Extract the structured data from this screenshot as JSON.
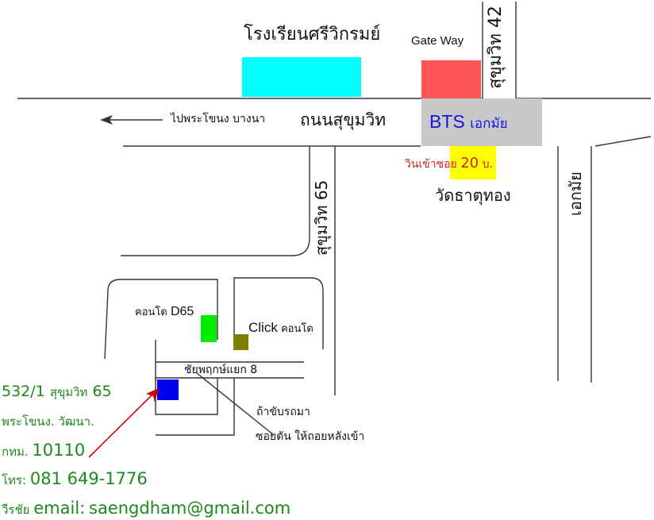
{
  "labels": {
    "school": "โรงเรียนศรีวิกรมย์",
    "gateway": "Gate Way",
    "sukhumvit42": "สุขุมวิท 42",
    "to_prakanong": "ไปพระโขนง บางนา",
    "sukhumvit_road": "ถนนสุขุมวิท",
    "bts": "BTS",
    "ekkamai_station": "เอกมัย",
    "moto_taxi_prefix": "วินเข้าซอย",
    "moto_taxi_fare": "20",
    "moto_taxi_unit": "บ.",
    "wat_thatthong": "วัดธาตุทอง",
    "ekkamai_road": "เอกมัย",
    "sukhumvit65": "สุขุมวิท 65",
    "condo_d65_prefix": "คอนโด",
    "condo_d65_name": "D65",
    "click_name": "Click",
    "click_suffix": "คอนโด",
    "chaiyaphruek": "ชัยพฤกษ์แยก 8",
    "drive_note_1": "ถ้าขับรถมา",
    "drive_note_2": "ซอยตัน ให้ถอยหลังเข้า"
  },
  "address": {
    "line1_number": "532/1",
    "line1_road": "สุขุมวิท",
    "line1_soi": "65",
    "line2": "พระโขนง. วัฒนา.",
    "line3_prefix": "กทม.",
    "line3_postcode": "10110",
    "phone_prefix": "โทร:",
    "phone": "081 649-1776",
    "name": "วีรชัย",
    "email_label": "email:",
    "email": "saengdham@gmail.com"
  },
  "colors": {
    "school": "#00ffff",
    "gateway": "#ff5555",
    "bts": "#c8c8c8",
    "bts_text": "#1414e6",
    "moto_taxi": "#ffff00",
    "moto_taxi_text": "#d21e1e",
    "condo_d65": "#00ee00",
    "click_condo": "#7f7f00",
    "destination": "#0000ee",
    "address_text": "#1a8a1a",
    "pointer_arrow": "#cc0000"
  }
}
